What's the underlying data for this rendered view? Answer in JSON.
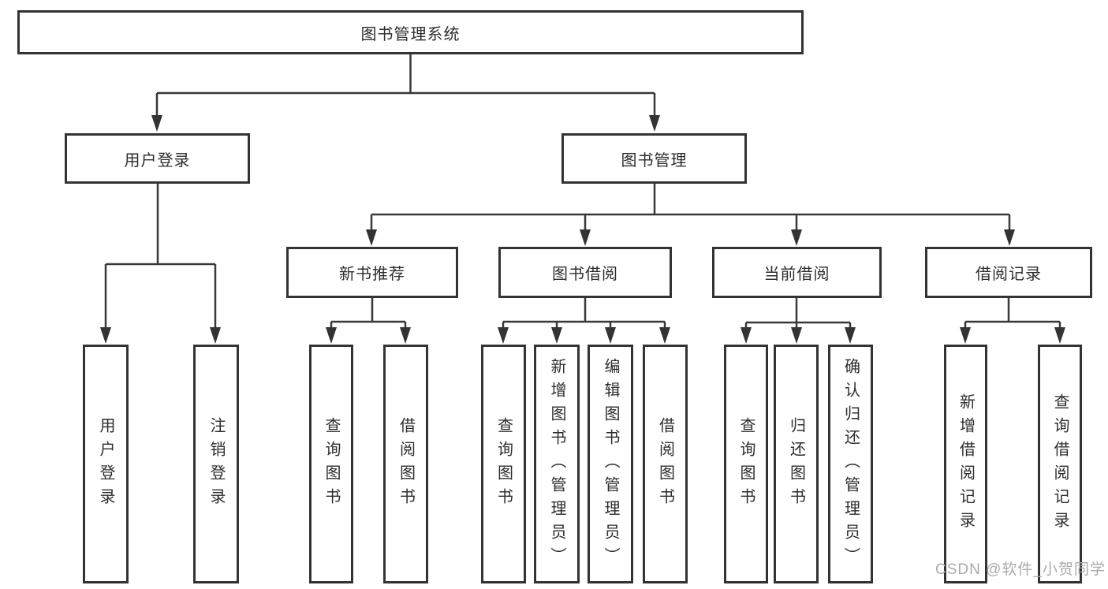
{
  "diagram": {
    "root": "图书管理系统",
    "level2": [
      {
        "id": "user-login",
        "label": "用户登录"
      },
      {
        "id": "book-management",
        "label": "图书管理"
      }
    ],
    "level3": [
      {
        "id": "new-book-recommend",
        "parent": "book-management",
        "label": "新书推荐"
      },
      {
        "id": "book-borrowing",
        "parent": "book-management",
        "label": "图书借阅"
      },
      {
        "id": "current-borrowing",
        "parent": "book-management",
        "label": "当前借阅"
      },
      {
        "id": "borrowing-records",
        "parent": "book-management",
        "label": "借阅记录"
      }
    ],
    "leaves": [
      {
        "parent": "user-login",
        "label": "用户登录"
      },
      {
        "parent": "user-login",
        "label": "注销登录"
      },
      {
        "parent": "new-book-recommend",
        "label": "查询图书"
      },
      {
        "parent": "new-book-recommend",
        "label": "借阅图书"
      },
      {
        "parent": "book-borrowing",
        "label": "查询图书"
      },
      {
        "parent": "book-borrowing",
        "label": "新增图书（管理员）"
      },
      {
        "parent": "book-borrowing",
        "label": "编辑图书（管理员）"
      },
      {
        "parent": "book-borrowing",
        "label": "借阅图书"
      },
      {
        "parent": "current-borrowing",
        "label": "查询图书"
      },
      {
        "parent": "current-borrowing",
        "label": "归还图书"
      },
      {
        "parent": "current-borrowing",
        "label": "确认归还（管理员）"
      },
      {
        "parent": "borrowing-records",
        "label": "新增借阅记录"
      },
      {
        "parent": "borrowing-records",
        "label": "查询借阅记录"
      }
    ],
    "colors": {
      "line": "#383838",
      "border": "#333333",
      "text": "#2d2d2d",
      "watermark_text": "#ababab",
      "background": "#ffffff"
    },
    "watermark": "CSDN @软件_小贺同学"
  }
}
